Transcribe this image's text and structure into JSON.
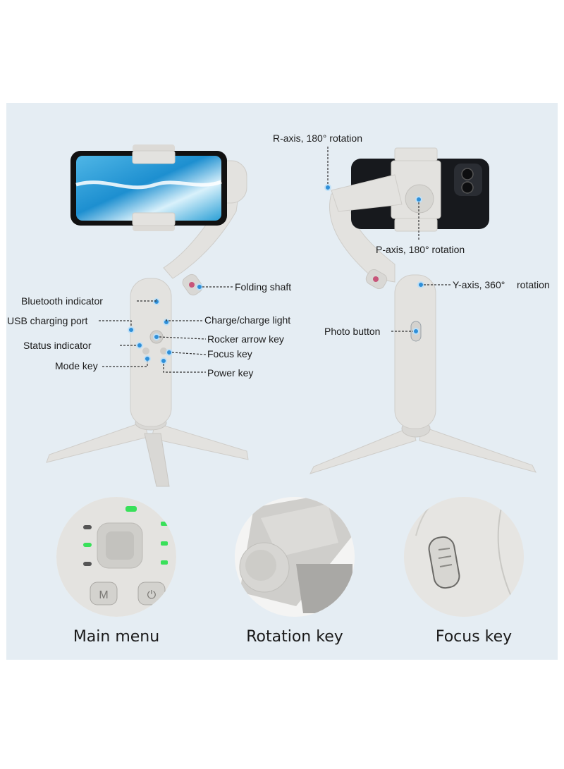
{
  "labels": {
    "r_axis": "R-axis, 180° rotation",
    "p_axis": "P-axis, 180° rotation",
    "y_axis": "Y-axis, 360°",
    "y_axis_rotation": "rotation",
    "folding_shaft": "Folding shaft",
    "bluetooth_indicator": "Bluetooth indicator",
    "usb_charging_port": "USB charging port",
    "status_indicator": "Status indicator",
    "mode_key": "Mode key",
    "charge_light": "Charge/charge light",
    "rocker_arrow_key": "Rocker arrow key",
    "focus_key": "Focus key",
    "power_key": "Power key",
    "photo_button": "Photo button"
  },
  "captions": {
    "main_menu": "Main menu",
    "rotation_key": "Rotation key",
    "focus_key": "Focus key"
  },
  "closeup_marks": {
    "mode_key_letter": "M",
    "power_key_symbol": "⏻"
  },
  "colors": {
    "panel_background": "#e5edf3",
    "device_body": "#e3e2df",
    "indicator_dot": "#2f8fd8",
    "status_led": "#39e05a"
  }
}
